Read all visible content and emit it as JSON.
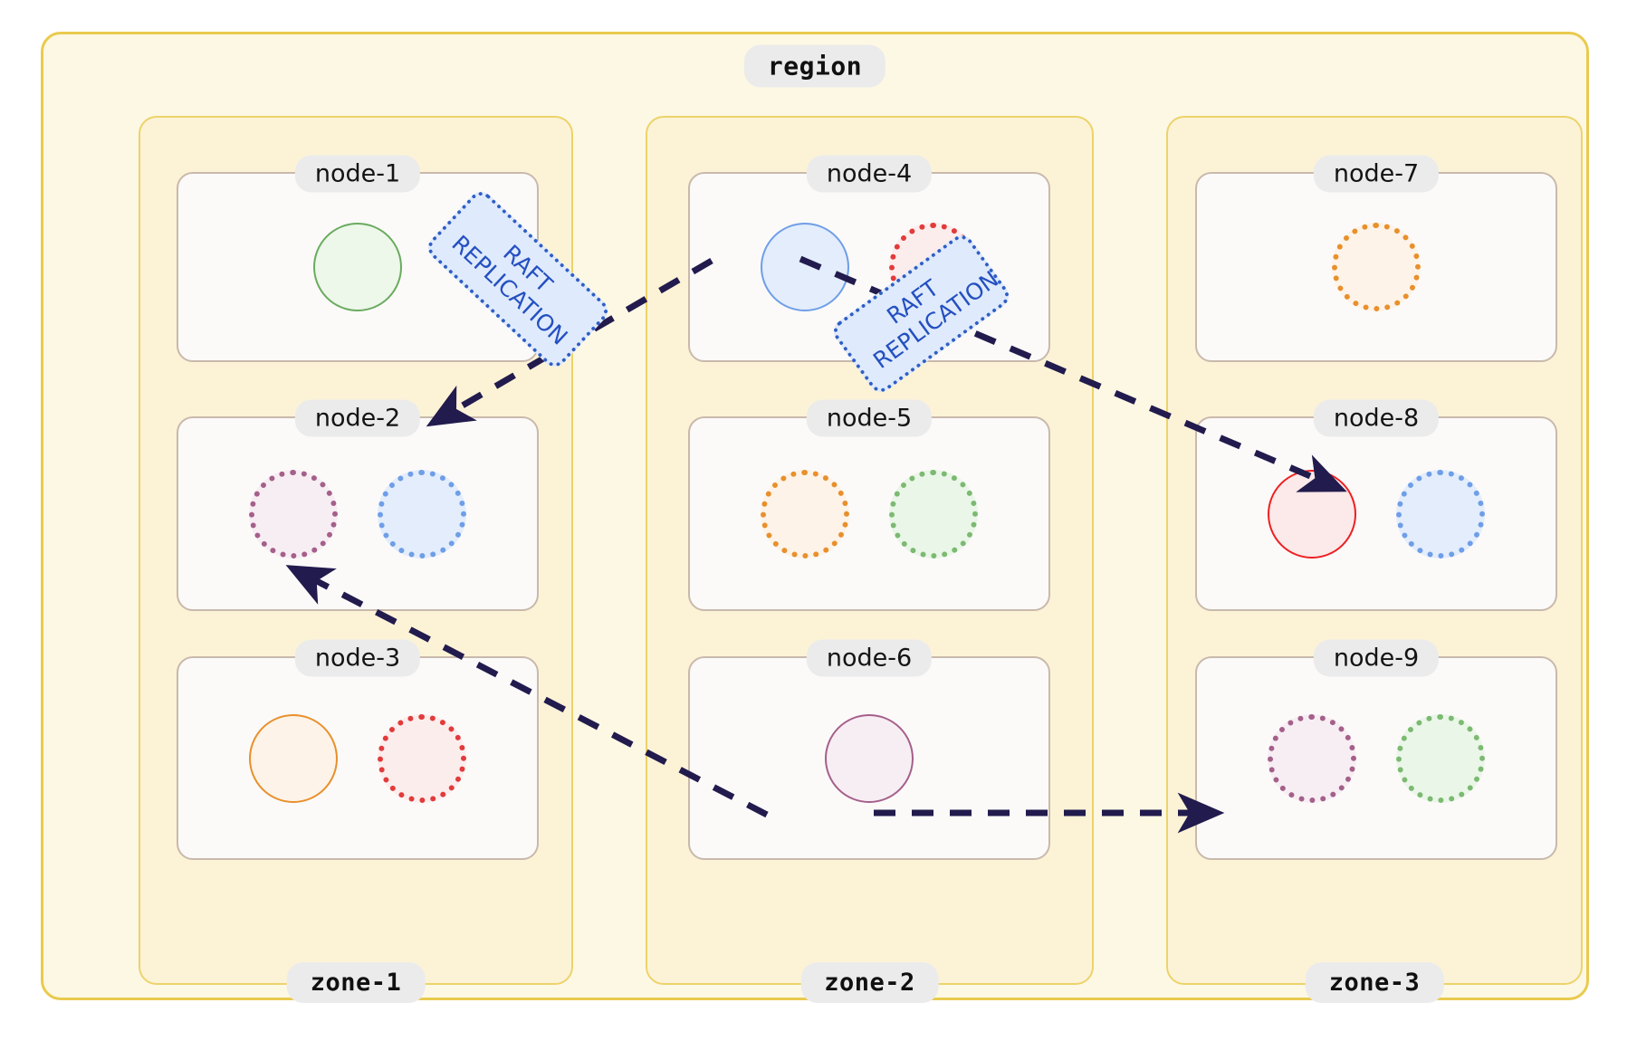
{
  "diagram": {
    "title": "region",
    "type": "distributed-database-topology"
  },
  "region": {
    "label": "region",
    "fill": "#fdf8e4",
    "border": "#e9ca4e"
  },
  "zones": [
    {
      "id": "zone-1",
      "label": "zone-1"
    },
    {
      "id": "zone-2",
      "label": "zone-2"
    },
    {
      "id": "zone-3",
      "label": "zone-3"
    }
  ],
  "nodes": [
    {
      "id": "node-1",
      "label": "node-1",
      "zone": "zone-1",
      "replicas": [
        {
          "role": "leader",
          "color": "#6aab5f",
          "fill": "#edf7ea"
        }
      ]
    },
    {
      "id": "node-2",
      "label": "node-2",
      "zone": "zone-1",
      "replicas": [
        {
          "role": "follower",
          "color": "#a5608a",
          "fill": "#f7eef4"
        },
        {
          "role": "follower",
          "color": "#6f9ee8",
          "fill": "#e3edfb"
        }
      ]
    },
    {
      "id": "node-3",
      "label": "node-3",
      "zone": "zone-1",
      "replicas": [
        {
          "role": "leader",
          "color": "#e8902c",
          "fill": "#fdf3e8"
        },
        {
          "role": "follower",
          "color": "#e23b3b",
          "fill": "#fceded"
        }
      ]
    },
    {
      "id": "node-4",
      "label": "node-4",
      "zone": "zone-2",
      "replicas": [
        {
          "role": "leader",
          "color": "#6f9ee8",
          "fill": "#e3edfb"
        },
        {
          "role": "follower",
          "color": "#e23b3b",
          "fill": "#fceded"
        }
      ]
    },
    {
      "id": "node-5",
      "label": "node-5",
      "zone": "zone-2",
      "replicas": [
        {
          "role": "follower",
          "color": "#e8902c",
          "fill": "#fdf3e8"
        },
        {
          "role": "follower",
          "color": "#7cba72",
          "fill": "#eaf6e8"
        }
      ]
    },
    {
      "id": "node-6",
      "label": "node-6",
      "zone": "zone-2",
      "replicas": [
        {
          "role": "leader",
          "color": "#a5608a",
          "fill": "#f7eef4"
        }
      ]
    },
    {
      "id": "node-7",
      "label": "node-7",
      "zone": "zone-3",
      "replicas": [
        {
          "role": "follower",
          "color": "#e8902c",
          "fill": "#fdf3e8"
        }
      ]
    },
    {
      "id": "node-8",
      "label": "node-8",
      "zone": "zone-3",
      "replicas": [
        {
          "role": "leader",
          "color": "#ee2020",
          "fill": "#fce9e9"
        },
        {
          "role": "follower",
          "color": "#6f9ee8",
          "fill": "#e3edfb"
        }
      ]
    },
    {
      "id": "node-9",
      "label": "node-9",
      "zone": "zone-3",
      "replicas": [
        {
          "role": "follower",
          "color": "#a5608a",
          "fill": "#f7eef4"
        },
        {
          "role": "follower",
          "color": "#7cba72",
          "fill": "#eaf6e8"
        }
      ]
    }
  ],
  "edges": [
    {
      "from": "node-4",
      "to": "node-2",
      "label": "RAFT\nREPLICATION",
      "style": "dashed",
      "color": "#221b4d"
    },
    {
      "from": "node-4",
      "to": "node-8",
      "label": "RAFT\nREPLICATION",
      "style": "dashed",
      "color": "#221b4d"
    },
    {
      "from": "node-6",
      "to": "node-2",
      "label": "",
      "style": "dashed",
      "color": "#221b4d"
    },
    {
      "from": "node-6",
      "to": "node-9",
      "label": "",
      "style": "dashed",
      "color": "#221b4d"
    }
  ],
  "raft_badges": [
    {
      "id": "raft-1",
      "text": "RAFT\nREPLICATION"
    },
    {
      "id": "raft-2",
      "text": "RAFT\nREPLICATION"
    }
  ],
  "colors": {
    "arrow": "#221b4d",
    "badge_bg": "#ebebeb",
    "raft_bg": "#dfeafc",
    "raft_border": "#2f5fc4",
    "raft_text": "#2450c0",
    "node_fill": "#fbfaf9",
    "node_border": "#c9b9ac",
    "zone_fill": "#fcf3d7",
    "zone_border": "#ecd36a"
  }
}
